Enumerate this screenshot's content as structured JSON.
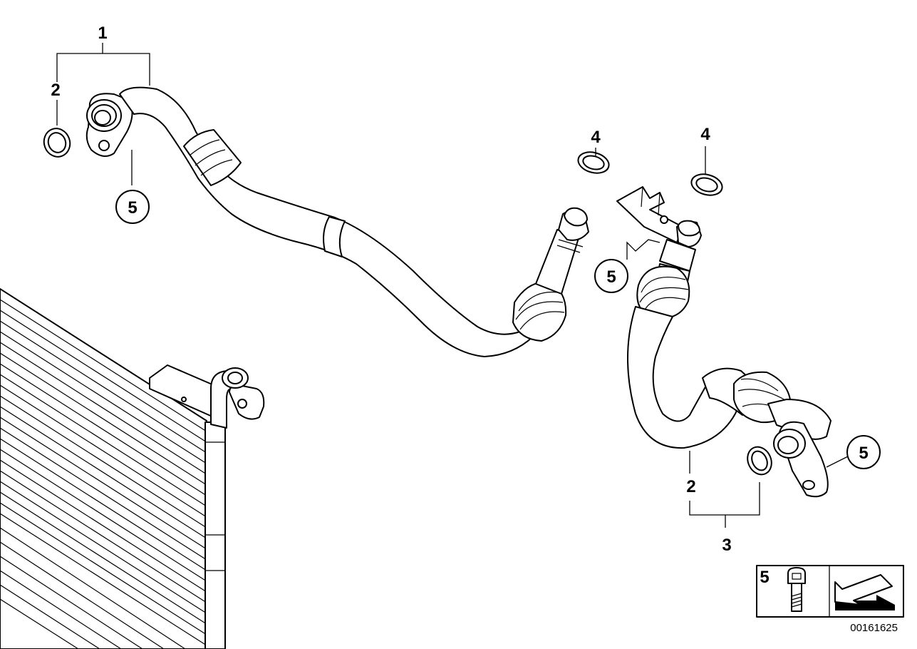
{
  "callouts": {
    "hose_assembly_upper": "1",
    "pipe_upper_left": "2",
    "pipe_lower_right": "2",
    "hose_assembly_lower": "3",
    "seal_ring_left": "4",
    "seal_ring_right": "4",
    "screw_upper_left": "5",
    "screw_middle": "5",
    "screw_lower_right": "5",
    "legend_screw": "5"
  },
  "diagram_code": "00161625",
  "colors": {
    "line": "#000000",
    "background": "#ffffff"
  }
}
